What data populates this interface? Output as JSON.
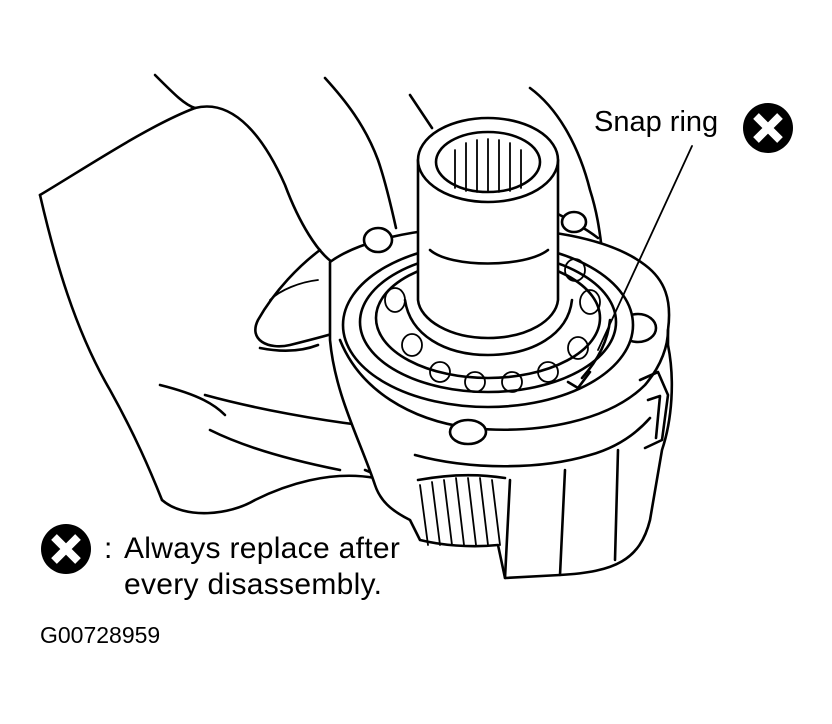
{
  "callout": {
    "snap_ring_label": "Snap ring",
    "replace_icon": "x-in-circle-icon"
  },
  "legend": {
    "icon": "x-in-circle-icon",
    "colon": ":",
    "line1": "Always replace after",
    "line2": "every disassembly."
  },
  "figure_id": "G00728959",
  "colors": {
    "ink": "#000000",
    "paper": "#ffffff"
  }
}
